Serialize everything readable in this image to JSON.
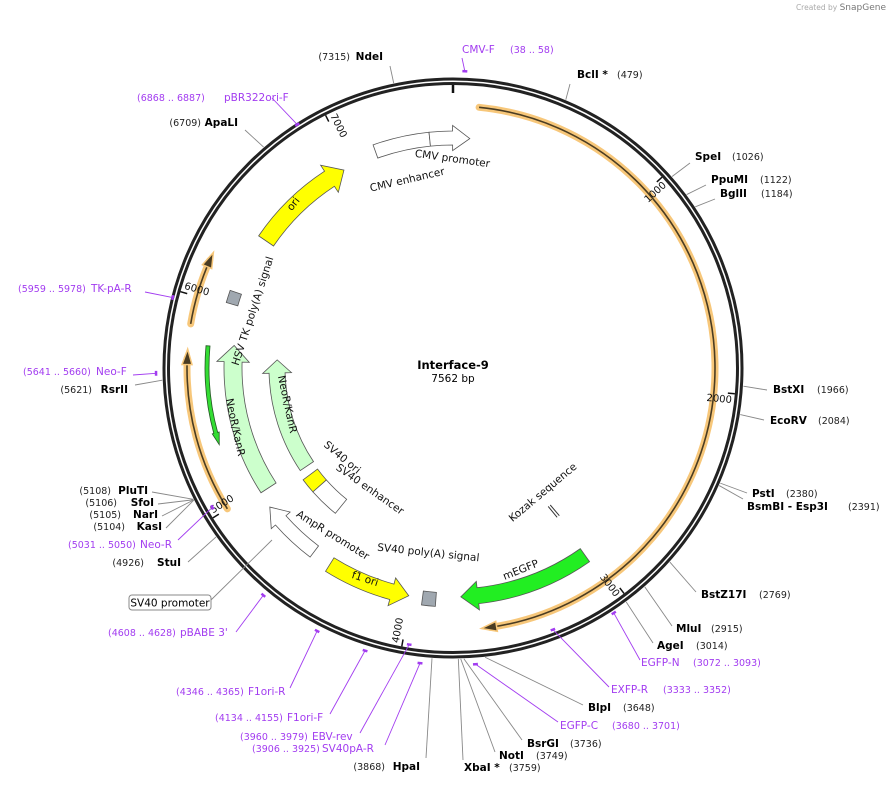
{
  "branding": {
    "created_by": "Created by",
    "product": "SnapGene"
  },
  "plasmid": {
    "name": "Interface-9",
    "length_label": "7562 bp",
    "length": 7562
  },
  "colors": {
    "ring": "#222222",
    "primer": "#a23cf0",
    "orange_feature": "#f7c77a",
    "ori": "#ffff00",
    "egfp": "#22ee22",
    "neo": "#ccffcc",
    "polyA": "#a0a8b0"
  },
  "ticks": [
    "1000",
    "2000",
    "3000",
    "4000",
    "5000",
    "6000",
    "7000"
  ],
  "enzymes": [
    {
      "name": "BclI *",
      "position": "(479)",
      "bp": 479
    },
    {
      "name": "SpeI",
      "position": "(1026)",
      "bp": 1026
    },
    {
      "name": "PpuMI",
      "position": "(1122)",
      "bp": 1122
    },
    {
      "name": "BglII",
      "position": "(1184)",
      "bp": 1184
    },
    {
      "name": "BstXI",
      "position": "(1966)",
      "bp": 1966
    },
    {
      "name": "EcoRV",
      "position": "(2084)",
      "bp": 2084
    },
    {
      "name": "PstI",
      "position": "(2380)",
      "bp": 2380
    },
    {
      "name": "BsmBI  - Esp3I",
      "position": "(2391)",
      "bp": 2391
    },
    {
      "name": "BstZ17I",
      "position": "(2769)",
      "bp": 2769
    },
    {
      "name": "MluI",
      "position": "(2915)",
      "bp": 2915
    },
    {
      "name": "AgeI",
      "position": "(3014)",
      "bp": 3014
    },
    {
      "name": "BlpI",
      "position": "(3648)",
      "bp": 3648
    },
    {
      "name": "BsrGI",
      "position": "(3736)",
      "bp": 3736
    },
    {
      "name": "NotI",
      "position": "(3749)",
      "bp": 3749
    },
    {
      "name": "XbaI *",
      "position": "(3759)",
      "bp": 3759
    },
    {
      "name": "HpaI",
      "position": "(3868)",
      "bp": 3868
    },
    {
      "name": "NdeI",
      "position": "(7315)",
      "bp": 7315
    },
    {
      "name": "ApaLI",
      "position": "(6709)",
      "bp": 6709
    },
    {
      "name": "RsrII",
      "position": "(5621)",
      "bp": 5621
    },
    {
      "name": "PluTI",
      "position": "(5108)",
      "bp": 5108
    },
    {
      "name": "SfoI",
      "position": "(5106)",
      "bp": 5106
    },
    {
      "name": "NarI",
      "position": "(5105)",
      "bp": 5105
    },
    {
      "name": "KasI",
      "position": "(5104)",
      "bp": 5104
    },
    {
      "name": "StuI",
      "position": "(4926)",
      "bp": 4926
    }
  ],
  "primers": [
    {
      "name": "CMV-F",
      "range": "(38 .. 58)",
      "bp": 48
    },
    {
      "name": "pBR322ori-F",
      "range": "(6868 .. 6887)",
      "bp": 6877
    },
    {
      "name": "TK-pA-R",
      "range": "(5959 .. 5978)",
      "bp": 5968
    },
    {
      "name": "Neo-F",
      "range": "(5641 .. 5660)",
      "bp": 5650
    },
    {
      "name": "Neo-R",
      "range": "(5031 .. 5050)",
      "bp": 5040
    },
    {
      "name": "pBABE 3'",
      "range": "(4608 .. 4628)",
      "bp": 4618
    },
    {
      "name": "F1ori-R",
      "range": "(4346 .. 4365)",
      "bp": 4355
    },
    {
      "name": "F1ori-F",
      "range": "(4134 .. 4155)",
      "bp": 4144
    },
    {
      "name": "EBV-rev",
      "range": "(3960 .. 3979)",
      "bp": 3970
    },
    {
      "name": "SV40pA-R",
      "range": "(3906 .. 3925)",
      "bp": 3915
    },
    {
      "name": "EGFP-C",
      "range": "(3680 .. 3701)",
      "bp": 3690
    },
    {
      "name": "EXFP-R",
      "range": "(3333 .. 3352)",
      "bp": 3342
    },
    {
      "name": "EGFP-N",
      "range": "(3072 .. 3093)",
      "bp": 3082
    }
  ],
  "features": [
    {
      "label": "CMV enhancer",
      "start": 7148,
      "end": 7440,
      "type": "box",
      "color": "#ffffff"
    },
    {
      "label": "CMV promoter",
      "start": 7440,
      "end": 7650,
      "type": "arrow",
      "dir": 1,
      "color": "#ffffff"
    },
    {
      "label": "ori",
      "start": 6390,
      "end": 6956,
      "type": "arrow",
      "dir": 1,
      "color": "#ffff00"
    },
    {
      "label": "HSV TK poly(A) signal",
      "start": 6010,
      "end": 6075,
      "type": "box",
      "color": "#a0a8b0"
    },
    {
      "label": "NeoR/KanR",
      "start": 4978,
      "end": 5795,
      "type": "arrow",
      "dir": 1,
      "color": "#ccffcc"
    },
    {
      "label": "NeoR/KanR",
      "start": 4960,
      "end": 5727,
      "type": "arrow",
      "dir": 1,
      "color": "#ccffcc"
    },
    {
      "label": "SV40 ori",
      "start": 4800,
      "end": 4900,
      "type": "box",
      "color": "#ffff00"
    },
    {
      "label": "SV40 enhancer",
      "start": 4600,
      "end": 4800,
      "type": "box",
      "color": "#ffffff"
    },
    {
      "label": "AmpR promoter",
      "start": 4560,
      "end": 4890,
      "type": "arrow",
      "dir": 1,
      "color": "#ffffff"
    },
    {
      "label": "f1 ori",
      "start": 4012,
      "end": 4455,
      "type": "arrow",
      "dir": -1,
      "color": "#ffff00"
    },
    {
      "label": "SV40 poly(A) signal",
      "start": 3870,
      "end": 3940,
      "type": "box",
      "color": "#a0a8b0"
    },
    {
      "label": "mEGFP",
      "start": 3042,
      "end": 3740,
      "type": "arrow",
      "dir": 1,
      "color": "#22ee22"
    },
    {
      "label": "Kozak sequence",
      "start": 3030,
      "end": 3048,
      "type": "mark",
      "color": "#ffffff"
    }
  ],
  "orange_arcs": [
    {
      "start": 120,
      "end": 3650,
      "dir": 1
    },
    {
      "start": 5000,
      "end": 5757,
      "dir": 1
    },
    {
      "start": 5872,
      "end": 6212,
      "dir": 1
    }
  ],
  "green_arc": {
    "start": 5290,
    "end": 5780,
    "dir": -1
  },
  "promoter_callout": "SV40 promoter"
}
